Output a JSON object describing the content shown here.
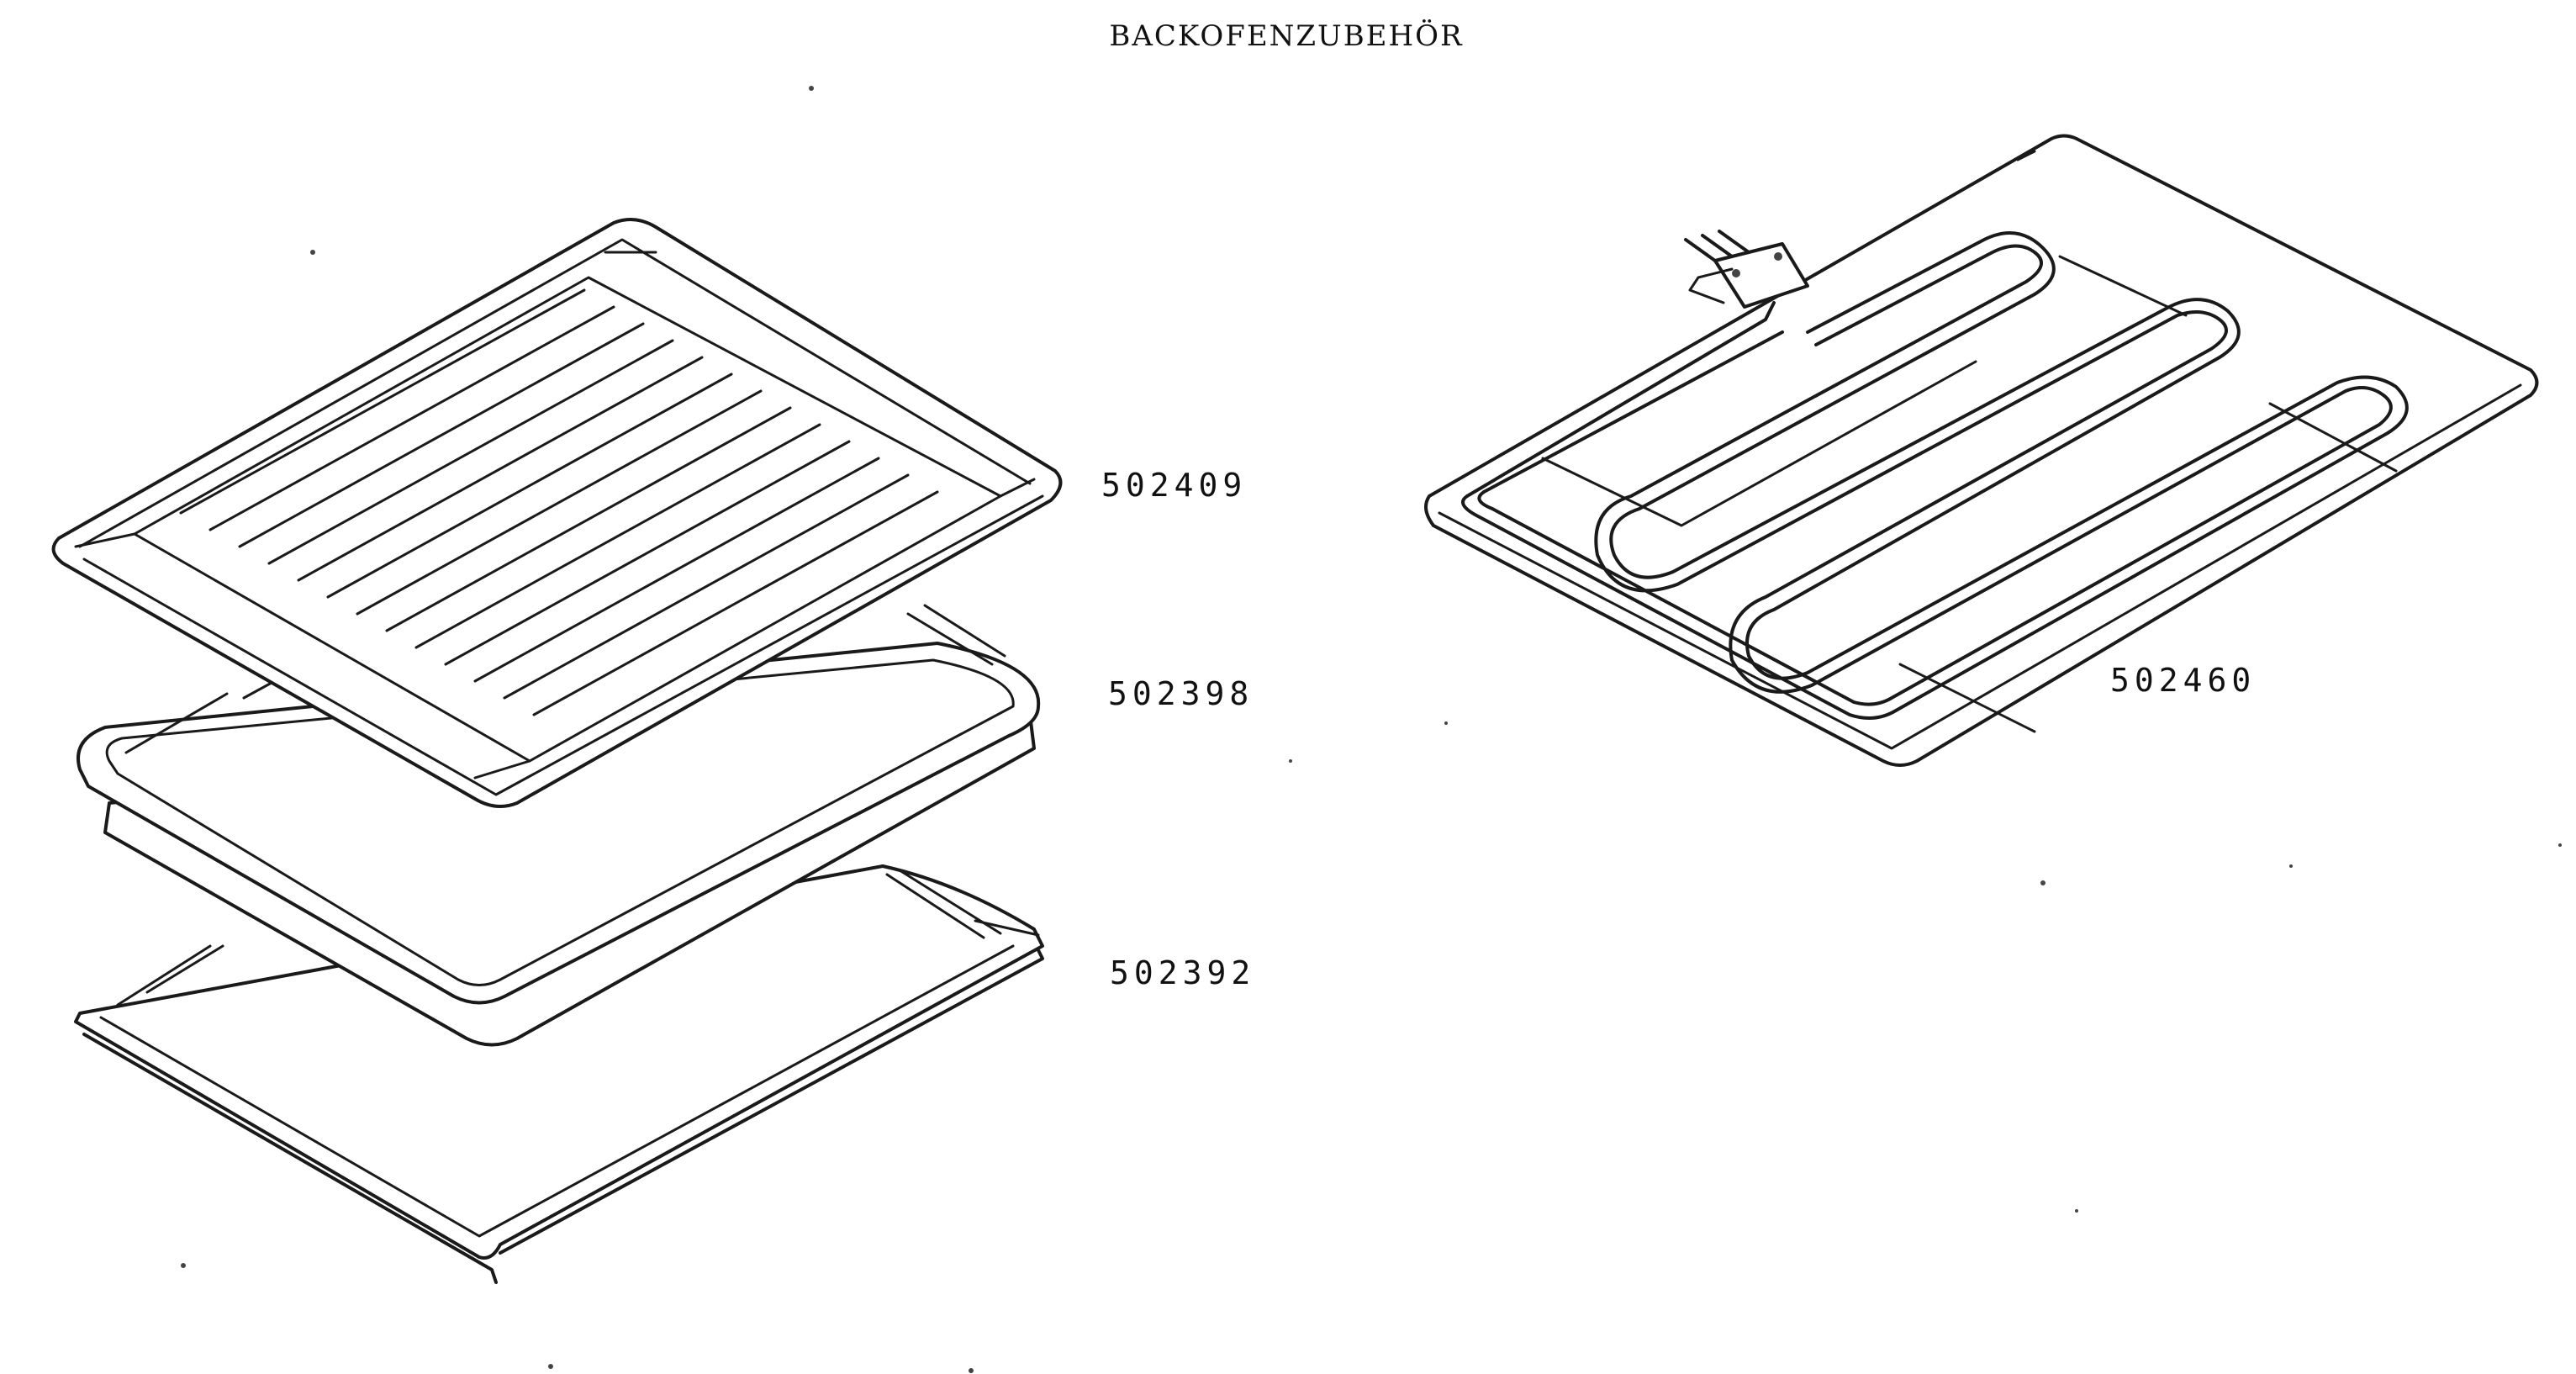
{
  "title": "BACKOFENZUBEHÖR",
  "parts": [
    {
      "number": "502409",
      "item": "grill-rack"
    },
    {
      "number": "502398",
      "item": "baking-pan"
    },
    {
      "number": "502392",
      "item": "baking-tray"
    },
    {
      "number": "502460",
      "item": "heating-element"
    }
  ]
}
